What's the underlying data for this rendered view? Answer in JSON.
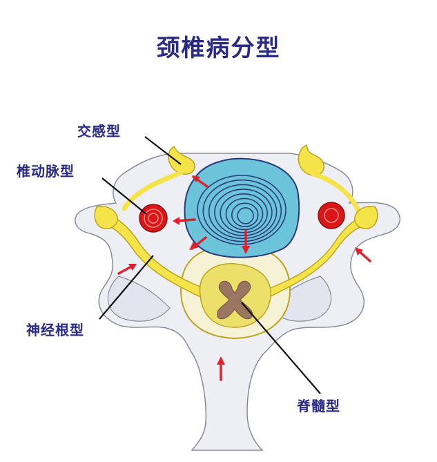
{
  "title": "颈椎病分型",
  "labels": {
    "sympathetic": "交感型",
    "vertebral_artery": "椎动脉型",
    "nerve_root": "神经根型",
    "spinal_cord": "脊髓型"
  },
  "colors": {
    "text": "#2a2a86",
    "bone_fill": "#eeeff5",
    "bone_outline": "#8a8a96",
    "disc_fill": "#6cc4da",
    "disc_rings": "#2a3a7a",
    "nerve_fill": "#f4e44a",
    "nerve_outline": "#b8a420",
    "artery_fill": "#d81818",
    "cord_fill": "#ede06a",
    "gray_matter": "#9a7560",
    "arrow": "#e0202a",
    "leader": "#111111"
  }
}
